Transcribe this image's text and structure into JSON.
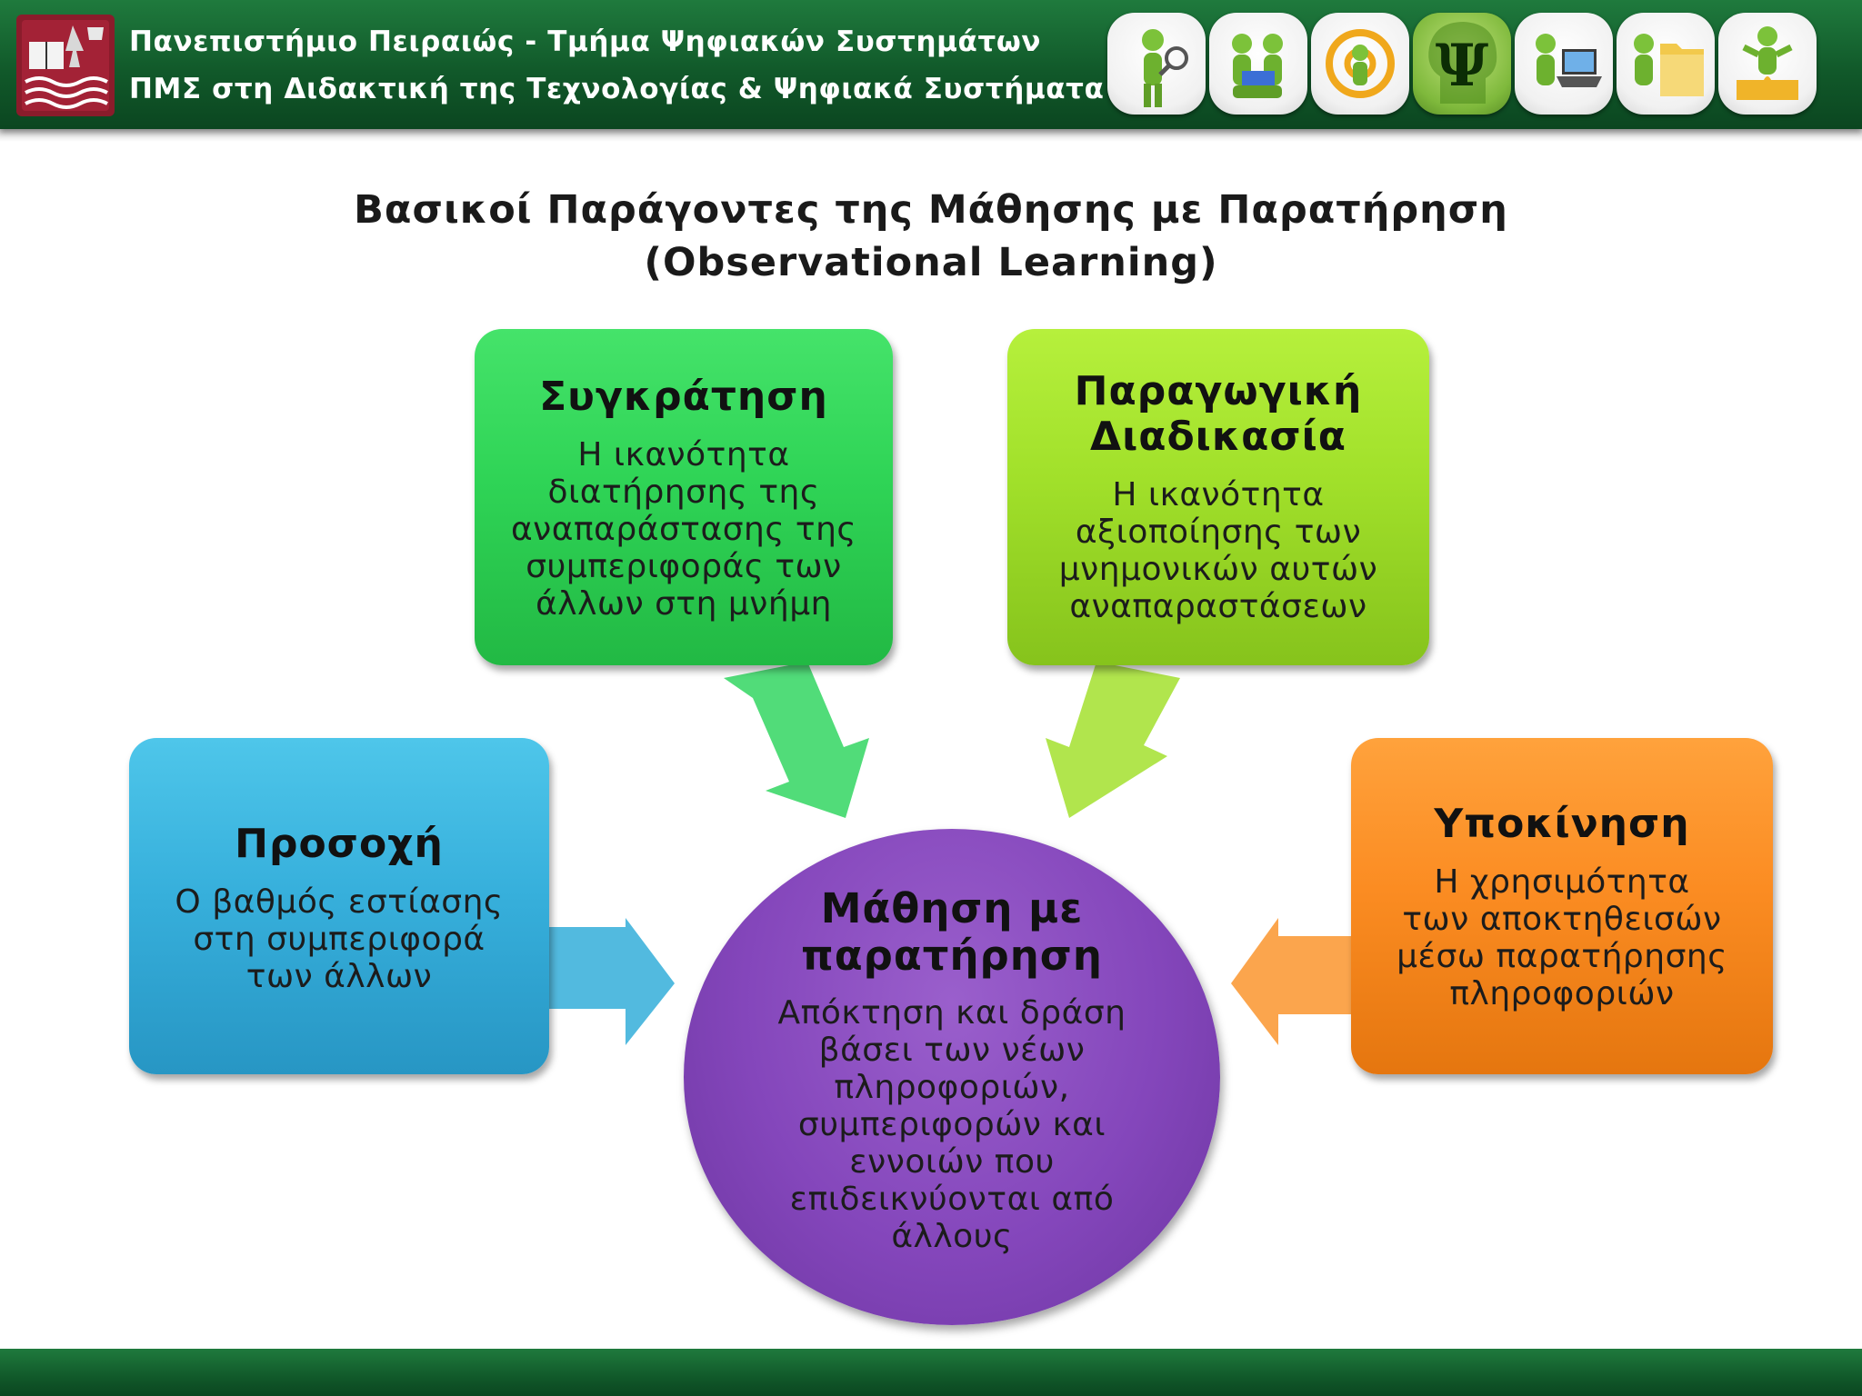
{
  "header": {
    "line1": "Πανεπιστήμιο Πειραιώς - Τμήμα Ψηφιακών Συστημάτων",
    "line2": "ΠΜΣ στη Διδακτική της Τεχνολογίας & Ψηφιακά Συστήματα",
    "icons": [
      "person-with-magnifier-icon",
      "people-reading-icon",
      "at-sign-person-icon",
      "psi-head-icon",
      "person-at-laptop-icon",
      "person-with-folder-icon",
      "person-on-puzzle-icon"
    ],
    "psi_symbol": "Ψ"
  },
  "title": {
    "line1": "Βασικοί Παράγοντες της Μάθησης με Παρατήρηση",
    "line2": "(Observational Learning)"
  },
  "diagram": {
    "retention": {
      "title": "Συγκράτηση",
      "lines": [
        "Η ικανότητα",
        "διατήρησης της",
        "αναπαράστασης της",
        "συμπεριφοράς των",
        "άλλων στη μνήμη"
      ],
      "color": "#2fd456"
    },
    "production": {
      "title_lines": [
        "Παραγωγική",
        "Διαδικασία"
      ],
      "lines": [
        "Η ικανότητα",
        "αξιοποίησης των",
        "μνημονικών αυτών",
        "αναπαραστάσεων"
      ],
      "color": "#a1e02a"
    },
    "attention": {
      "title": "Προσοχή",
      "lines": [
        "Ο βαθμός εστίασης",
        "στη συμπεριφορά",
        "των άλλων"
      ],
      "color": "#37b0dc"
    },
    "motivation": {
      "title": "Υποκίνηση",
      "lines": [
        "Η χρησιμότητα",
        "των αποκτηθεισών",
        "μέσω παρατήρησης",
        "πληροφοριών"
      ],
      "color": "#fb8c22"
    },
    "center": {
      "title_lines": [
        "Μάθηση με",
        "παρατήρηση"
      ],
      "lines": [
        "Απόκτηση και δράση",
        "βάσει των νέων",
        "πληροφοριών,",
        "συμπεριφορών και",
        "εννοιών που",
        "επιδεικνύονται από",
        "άλλους"
      ],
      "color": "#8446bb"
    }
  }
}
